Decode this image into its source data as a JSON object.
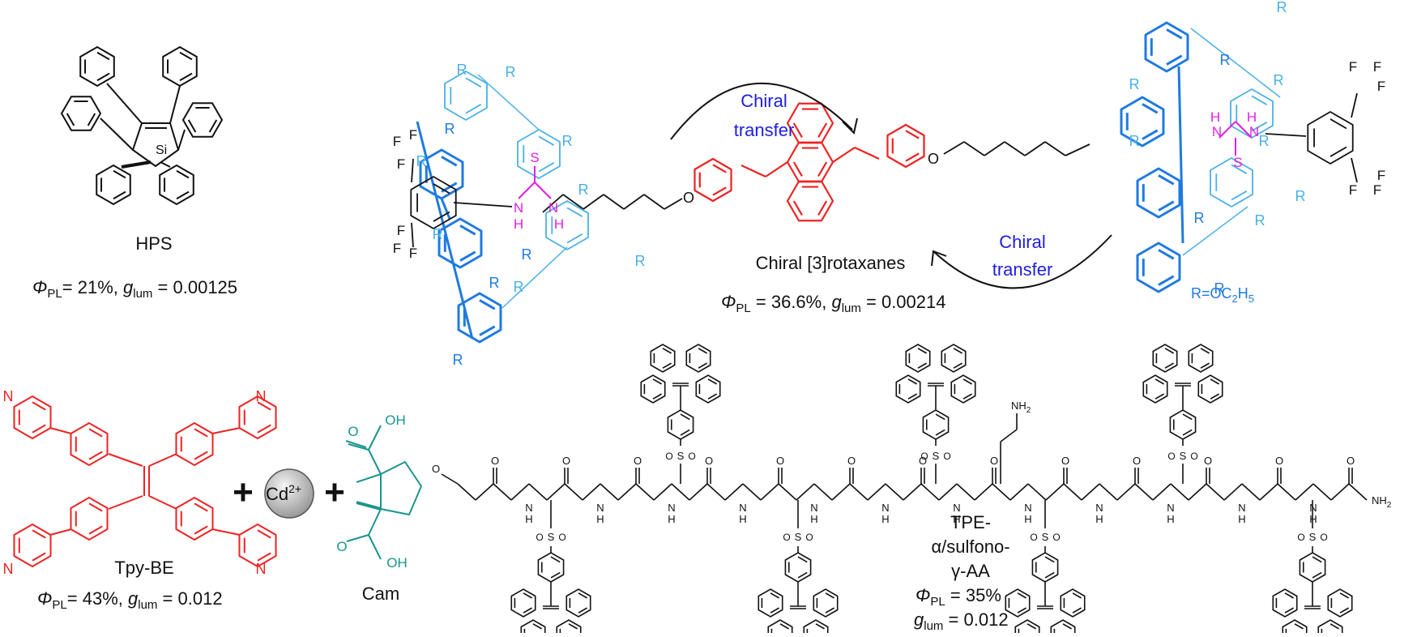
{
  "colors": {
    "black": "#111111",
    "red": "#ee2222",
    "dark_blue": "#1f7ae0",
    "light_blue": "#49b0e8",
    "magenta": "#e020e0",
    "teal": "#1a9490",
    "label_blue": "#1d1de0",
    "cd_sphere": "#bdbdbd"
  },
  "hps": {
    "name": "HPS",
    "phi_symbol": "Φ",
    "phi_sub": "PL",
    "phi_value": "= 21%, ",
    "g_symbol": "g",
    "g_sub": "lum",
    "g_value": " = 0.00125",
    "si_label": "Si"
  },
  "rotaxane": {
    "arrow_top_label": [
      "Chiral",
      "transfer"
    ],
    "arrow_bottom_label": [
      "Chiral",
      "transfer"
    ],
    "name": "Chiral [3]rotaxanes",
    "phi_value": " = 36.6%, ",
    "g_value": " = 0.00214",
    "r_def_prefix": "R=OC",
    "r_def_sub": "2",
    "r_def_suffix": "H",
    "r_def_sub2": "5",
    "atoms": {
      "R": "R",
      "O": "O",
      "S": "S",
      "N": "N",
      "H": "H",
      "F": "F"
    }
  },
  "tpybe": {
    "name": "Tpy-BE",
    "phi_value": "= 43%, ",
    "g_value": " = 0.012",
    "cd_label": "Cd",
    "cd_charge": "2+",
    "plus": "+",
    "cam_name": "Cam",
    "oh": "OH",
    "o": "O",
    "n": "N"
  },
  "peptide": {
    "name_lines": [
      "TPE-",
      "α/sulfono-",
      "γ-AA"
    ],
    "phi_value": " = 35%",
    "g_value": " = 0.012",
    "nh2_side": "NH",
    "nh2_side_sub": "2",
    "nh2_end": "NH",
    "nh2_end_sub": "2",
    "s": "S",
    "o": "O",
    "n": "N",
    "h": "H"
  }
}
